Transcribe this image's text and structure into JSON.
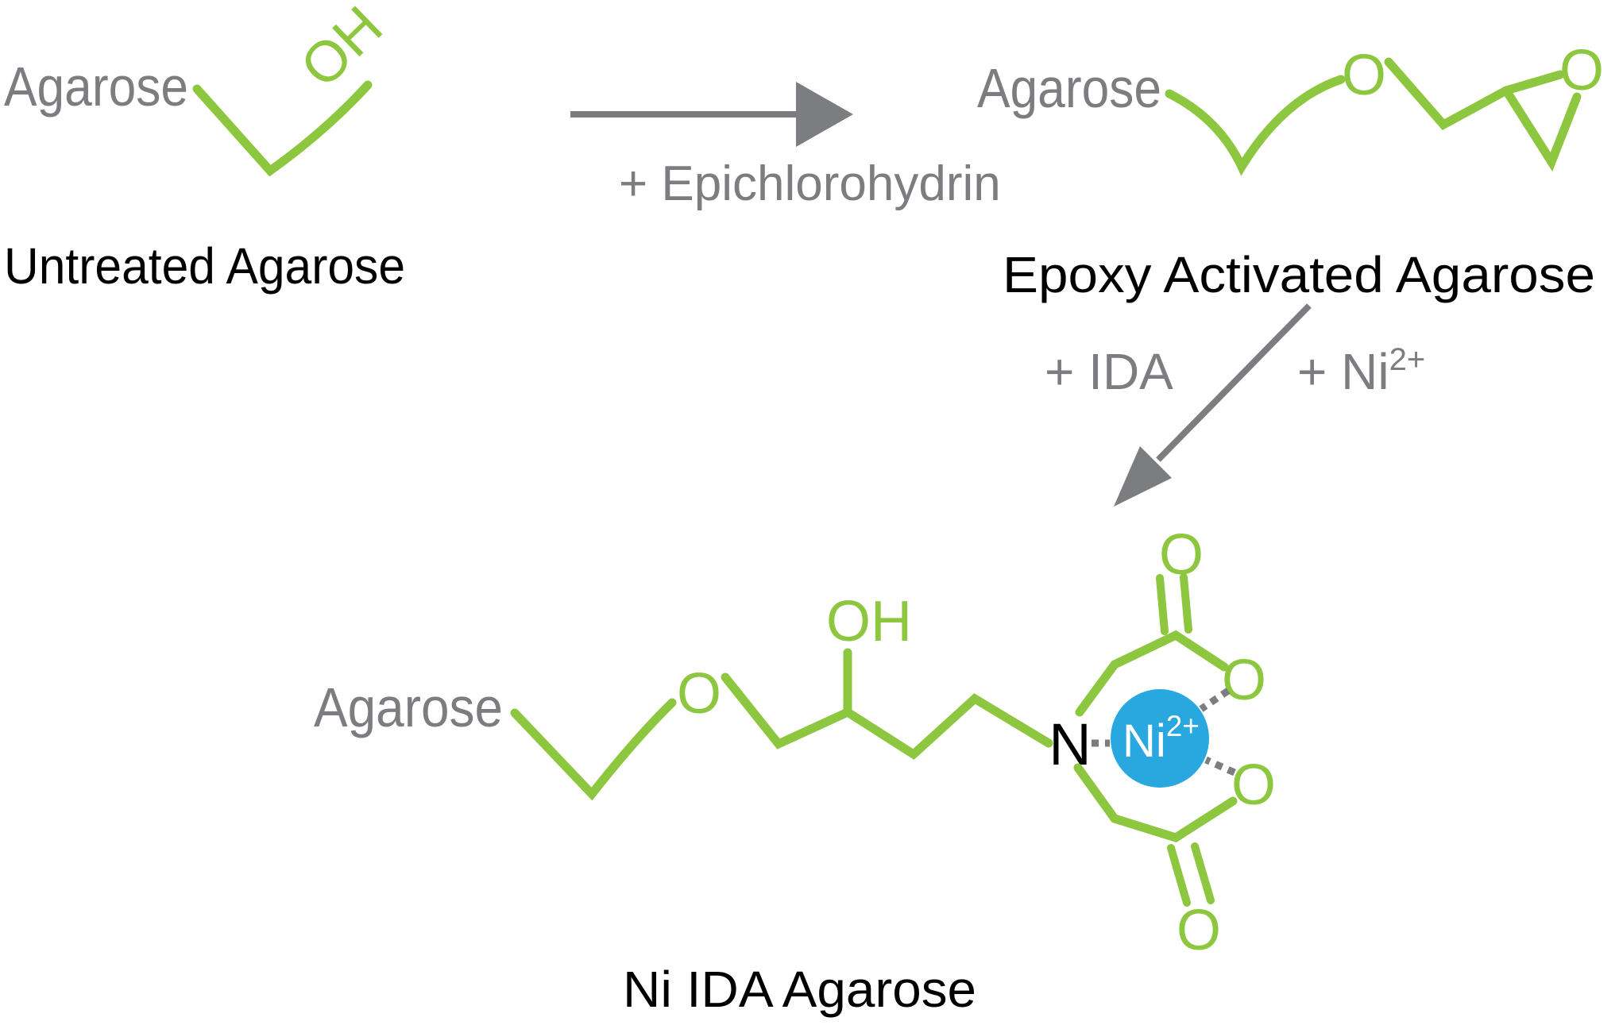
{
  "title": "Ni IDA Agarose synthesis reaction scheme",
  "palette": {
    "green": "#8DC63F",
    "gray": "#7B7D80",
    "black": "#000000",
    "nickel_blue": "#29A8DF",
    "white": "#FFFFFF"
  },
  "stage1": {
    "agarose_label": "Agarose",
    "hydroxyl_label": "OH",
    "caption": "Untreated Agarose"
  },
  "reaction1": {
    "reagent": "+ Epichlorohydrin"
  },
  "stage2": {
    "agarose_label": "Agarose",
    "ether_oxygen": "O",
    "epoxide_oxygen": "O",
    "caption": "Epoxy Activated Agarose"
  },
  "reaction2": {
    "ida_reagent": "+  IDA",
    "nickel_reagent_base": "+  Ni",
    "nickel_reagent_sup": "2+"
  },
  "stage3": {
    "agarose_label": "Agarose",
    "ether_oxygen": "O",
    "hydroxyl_label": "OH",
    "nitrogen_label": "N",
    "nickel_ion_base": "Ni",
    "nickel_ion_sup": "2+",
    "carboxylate_top_double_oxygen": "O",
    "carboxylate_top_single_oxygen": "O",
    "carboxylate_bottom_single_oxygen": "O",
    "carboxylate_bottom_double_oxygen": "O",
    "caption": "Ni IDA Agarose"
  }
}
